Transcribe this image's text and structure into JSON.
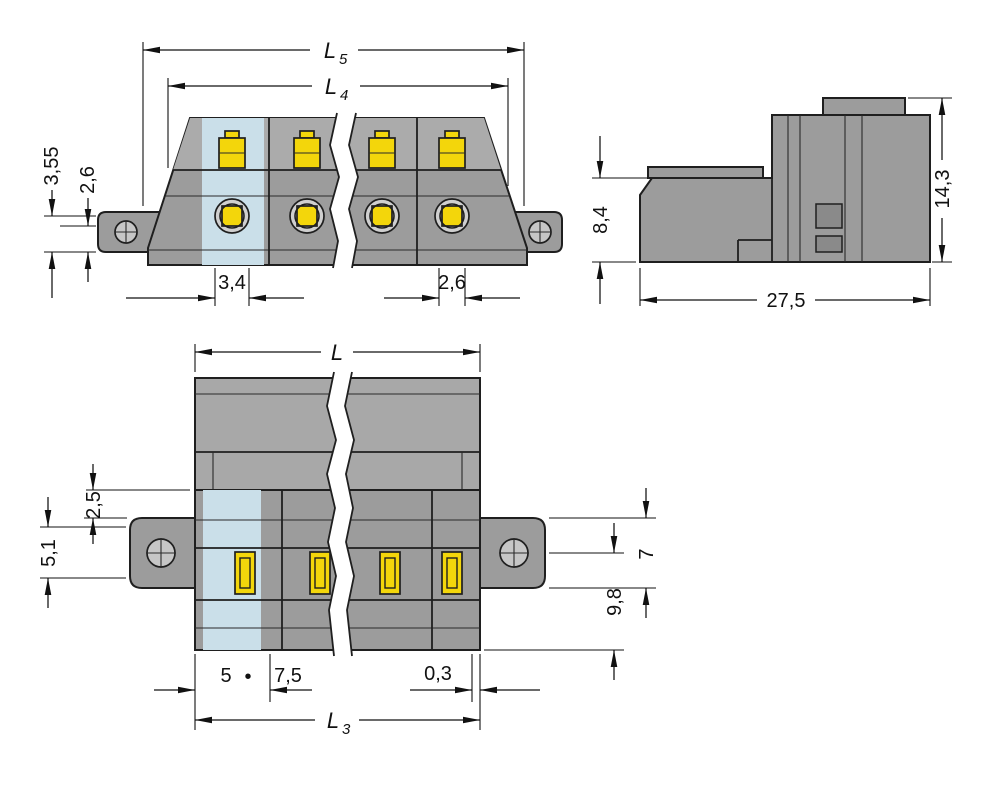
{
  "drawing_title": "connector-dimension-drawing",
  "colors": {
    "background": "#ffffff",
    "line": "#1f1f1f",
    "body_gray": "#9c9c9c",
    "body_gray_light": "#ababab",
    "pole_highlight_blue": "#cadfe9",
    "contact_yellow": "#f3d60b",
    "screw_gray": "#c6c6c6"
  },
  "dimensions": {
    "front": {
      "l5": {
        "base": "L",
        "sub": "5"
      },
      "l4": {
        "base": "L",
        "sub": "4"
      },
      "h355": "3,55",
      "h26": "2,6",
      "w34": "3,4",
      "w26": "2,6"
    },
    "side": {
      "h84": "8,4",
      "h143": "14,3",
      "w275": "27,5"
    },
    "plan": {
      "length": "L",
      "d25": "2,5",
      "d51": "5,1",
      "d7": "7",
      "d98": "9,8",
      "pitch_a": "5",
      "pitch_sep": "•",
      "pitch_b": "7,5",
      "d03": "0,3",
      "l3": {
        "base": "L",
        "sub": "3"
      }
    }
  }
}
